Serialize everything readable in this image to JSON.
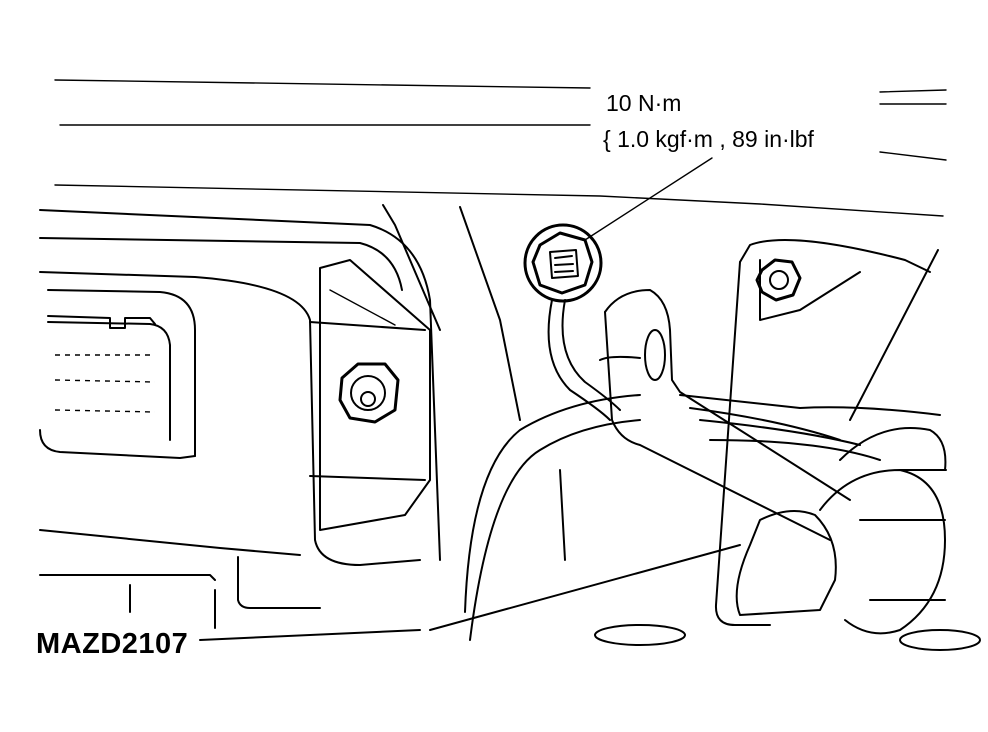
{
  "figure": {
    "torque_value": "10 N·m",
    "torque_conversion": "{ 1.0 kgf·m , 89 in·lbf",
    "figure_id": "MAZD2107"
  },
  "icons": {
    "ground_nut": "nut-bolt-icon",
    "bracket_nut": "nut-bolt-icon",
    "plain_bolt": "bolt-head-icon"
  }
}
